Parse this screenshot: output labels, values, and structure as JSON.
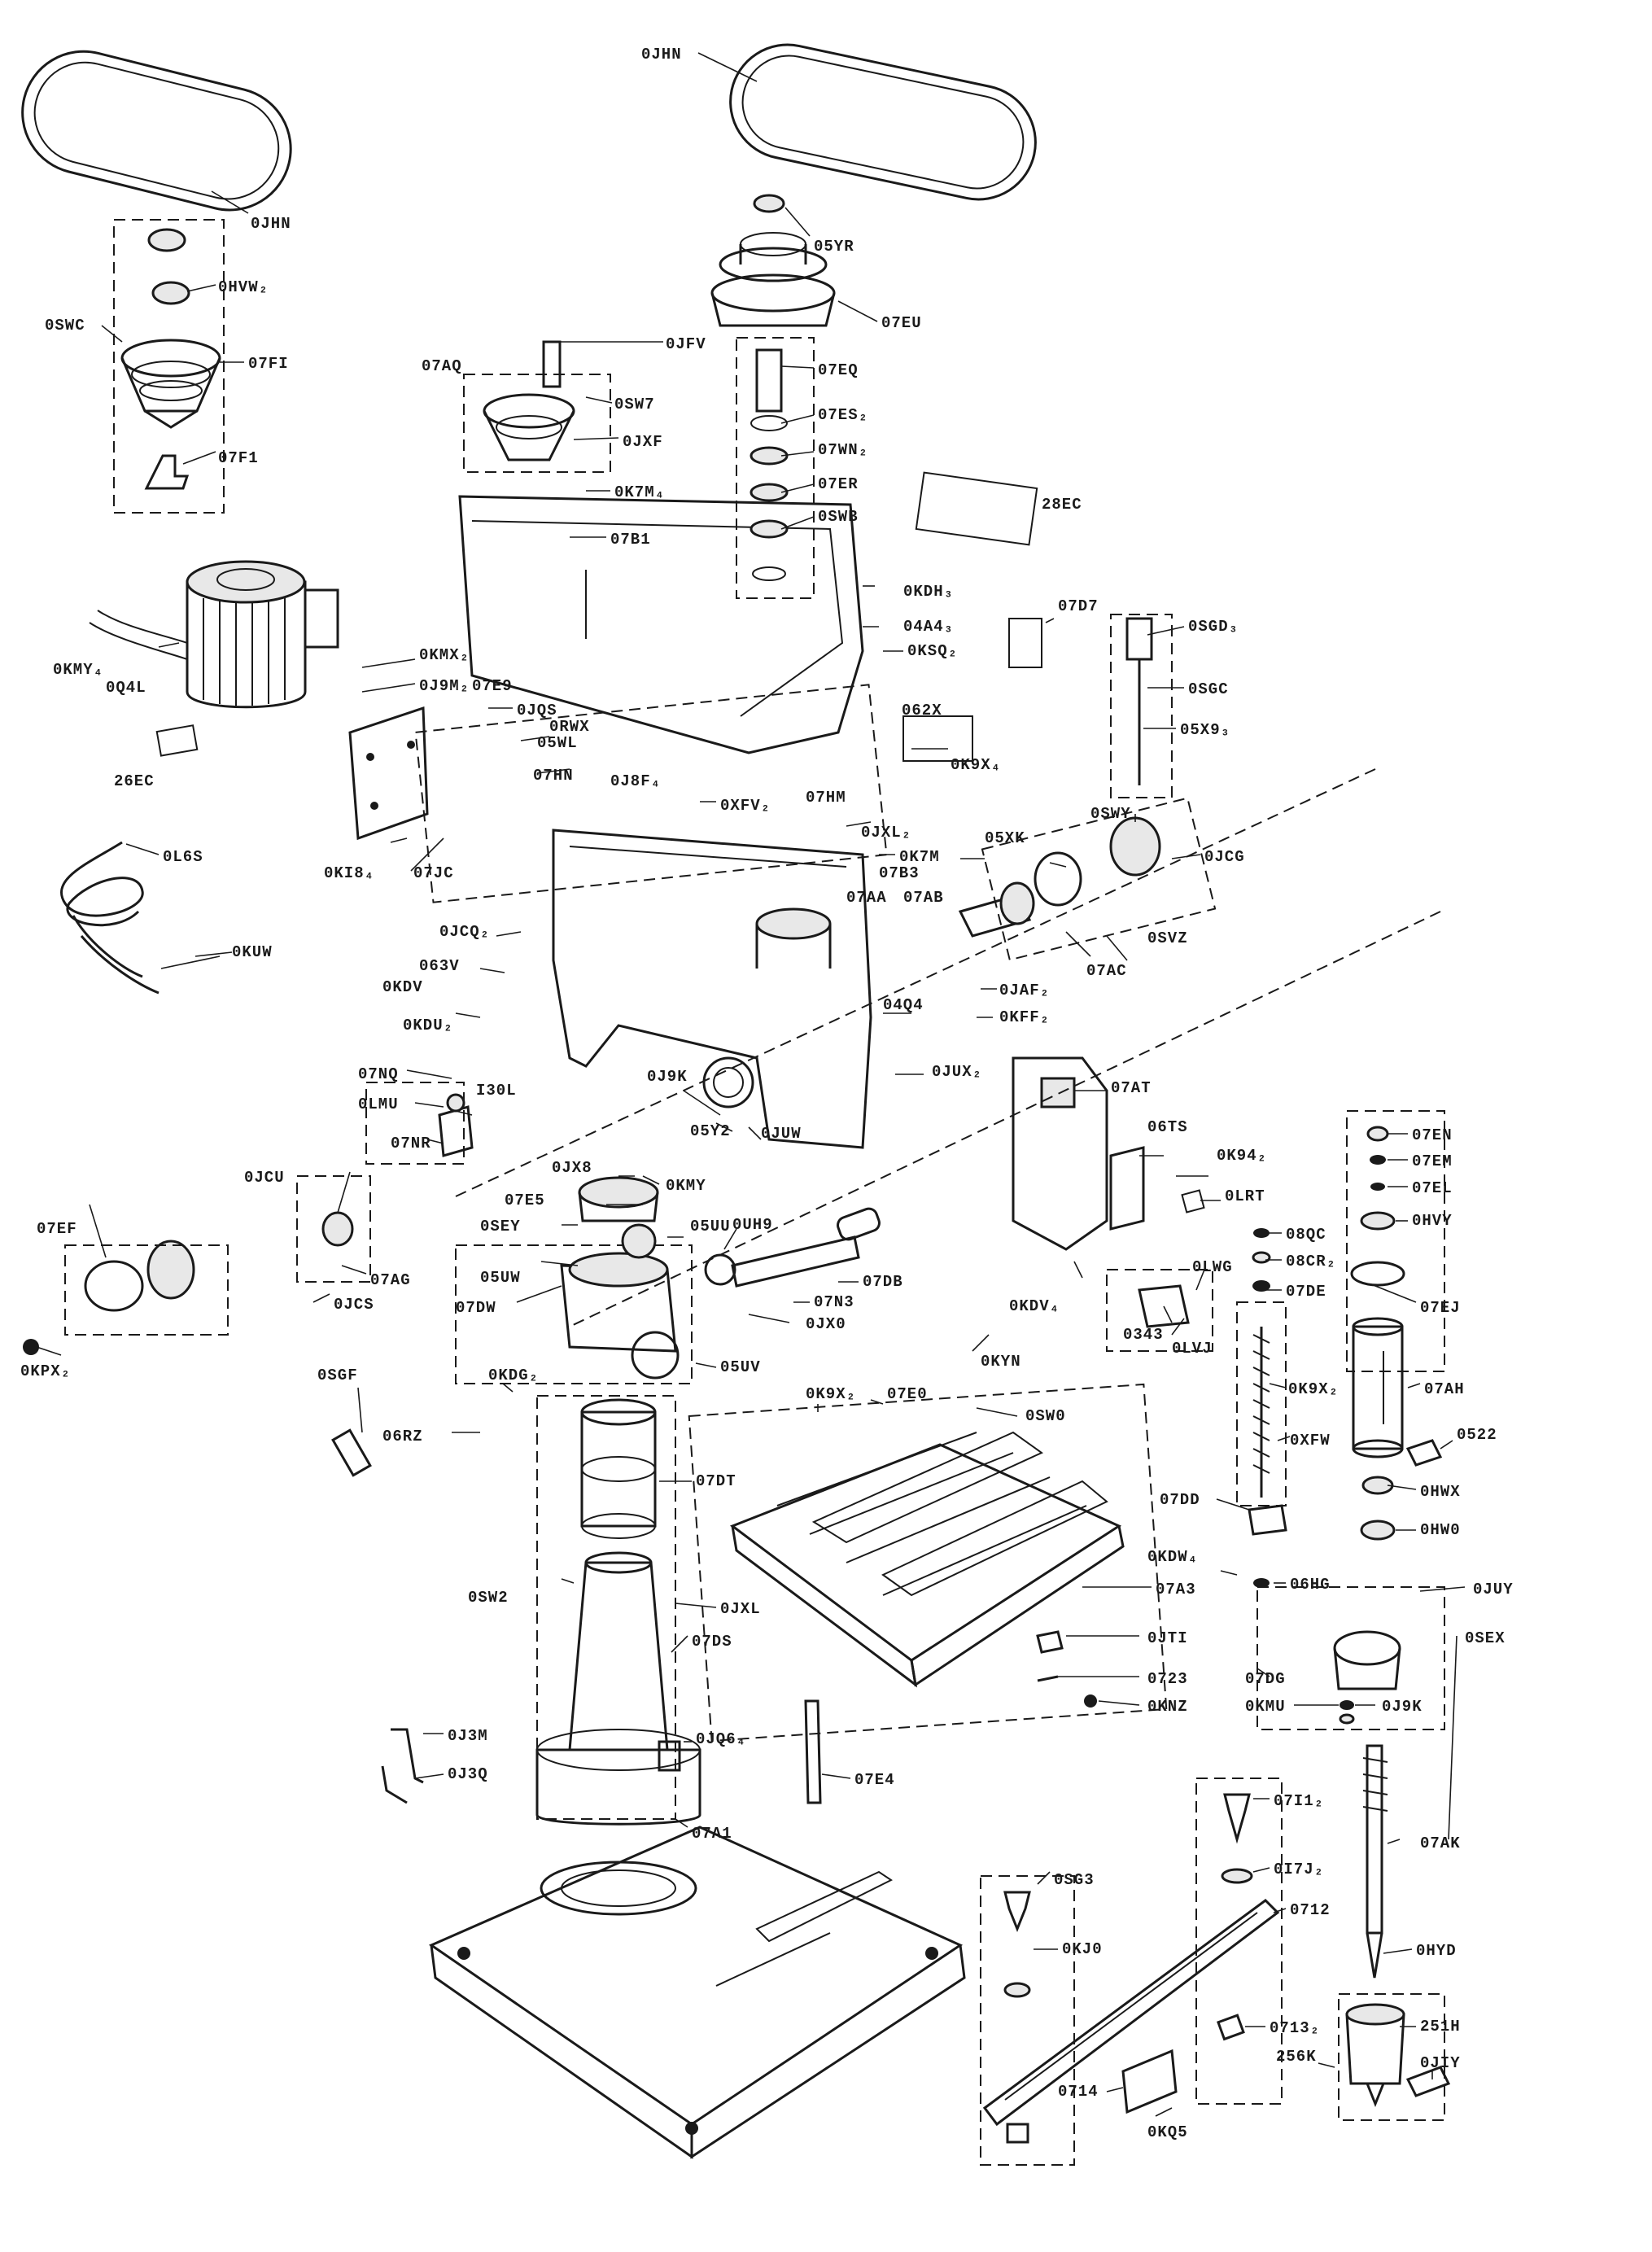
{
  "labels": {
    "l01": "0JHN",
    "l02": "0JHN",
    "l03": "05YR",
    "l04": "07EU",
    "l05": "0HVW₂",
    "l06": "0SWC",
    "l07": "07FI",
    "l08": "07F1",
    "l09": "0JFV",
    "l10": "07AQ",
    "l11": "0SW7",
    "l12": "0JXF",
    "l13": "07EQ",
    "l14": "07ES₂",
    "l15": "07WN₂",
    "l16": "07ER",
    "l17": "0SWB",
    "l18": "0K7M₄",
    "l19": "07B1",
    "l20": "28EC",
    "l21": "0KDH₃",
    "l22": "04A4₃",
    "l23": "0KSQ₂",
    "l24": "07D7",
    "l25": "0SGD₃",
    "l26": "0SGC",
    "l27": "05X9₃",
    "l28": "0KMY₄",
    "l29": "0Q4L",
    "l30": "26EC",
    "l31": "0KMX₂",
    "l32": "0J9M₂",
    "l33": "07E9",
    "l34": "0JQS",
    "l35": "0RWX",
    "l36": "05WL",
    "l37": "07HN",
    "l38": "0J8F₄",
    "l39": "0XFV₂",
    "l40": "07HM",
    "l41": "062X",
    "l42": "0K9X₄",
    "l43": "0L6S",
    "l44": "0KI8₄",
    "l45": "07JC",
    "l46": "0JXL₂",
    "l47": "0K7M",
    "l48": "07B3",
    "l49": "07AA",
    "l50": "07AB",
    "l51": "05XK",
    "l52": "0SWY",
    "l53": "0JCG",
    "l54": "0SVZ",
    "l55": "07AC",
    "l56": "0KUW",
    "l57": "0JCQ₂",
    "l58": "063V",
    "l59": "0KDV",
    "l60": "0KDU₂",
    "l61": "04Q4",
    "l62": "0JAF₂",
    "l63": "0KFF₂",
    "l64": "0JUX₂",
    "l65": "07NQ",
    "l66": "0LMU",
    "l67": "I30L",
    "l68": "07NR",
    "l69": "0J9K",
    "l70": "05Y2",
    "l71": "0JUW",
    "l72": "07AT",
    "l73": "06TS",
    "l74": "0K94₂",
    "l75": "0LRT",
    "l76": "07EN",
    "l77": "07EM",
    "l78": "07EL",
    "l79": "0HVY",
    "l80": "0JX8",
    "l81": "07E5",
    "l82": "0KMY",
    "l83": "0JCU",
    "l84": "0SEY",
    "l85": "05UU",
    "l86": "0UH9",
    "l87": "07DB",
    "l88": "07N3",
    "l89": "0JX0",
    "l90": "07EF",
    "l91": "07AG",
    "l92": "0JCS",
    "l93": "05UW",
    "l94": "07DW",
    "l95": "08QC",
    "l96": "08CR₂",
    "l97": "0LWG",
    "l98": "0343",
    "l99": "0LVJ",
    "l100": "07DE",
    "l101": "07EJ",
    "l102": "0KDV₄",
    "l103": "0KYN",
    "l104": "0KPX₂",
    "l105": "0SGF",
    "l106": "0KDG₂",
    "l107": "05UV",
    "l108": "06RZ",
    "l109": "0K9X₂",
    "l110": "07E0",
    "l111": "0SW0",
    "l112": "0K9X₂",
    "l113": "07AH",
    "l114": "0XFW",
    "l115": "0522",
    "l116": "07DT",
    "l117": "07DD",
    "l118": "0HWX",
    "l119": "0HW0",
    "l120": "0KDW₄",
    "l121": "07A3",
    "l122": "06HG",
    "l123": "0JUY",
    "l124": "0SW2",
    "l125": "0JXL",
    "l126": "0JTI",
    "l127": "0723",
    "l128": "07DS",
    "l129": "07DG",
    "l130": "0SEX",
    "l131": "0KNZ",
    "l132": "0KMU",
    "l133": "0J9K",
    "l134": "0JQ6₄",
    "l135": "0J3M",
    "l136": "0J3Q",
    "l137": "07E4",
    "l138": "07I1₂",
    "l139": "0I7J₂",
    "l140": "07A1",
    "l141": "0SG3",
    "l142": "0712",
    "l143": "07AK",
    "l144": "0KJ0",
    "l145": "0HYD",
    "l146": "0713₂",
    "l147": "251H",
    "l148": "256K",
    "l149": "0JIY",
    "l150": "0714",
    "l151": "0KQ5"
  }
}
